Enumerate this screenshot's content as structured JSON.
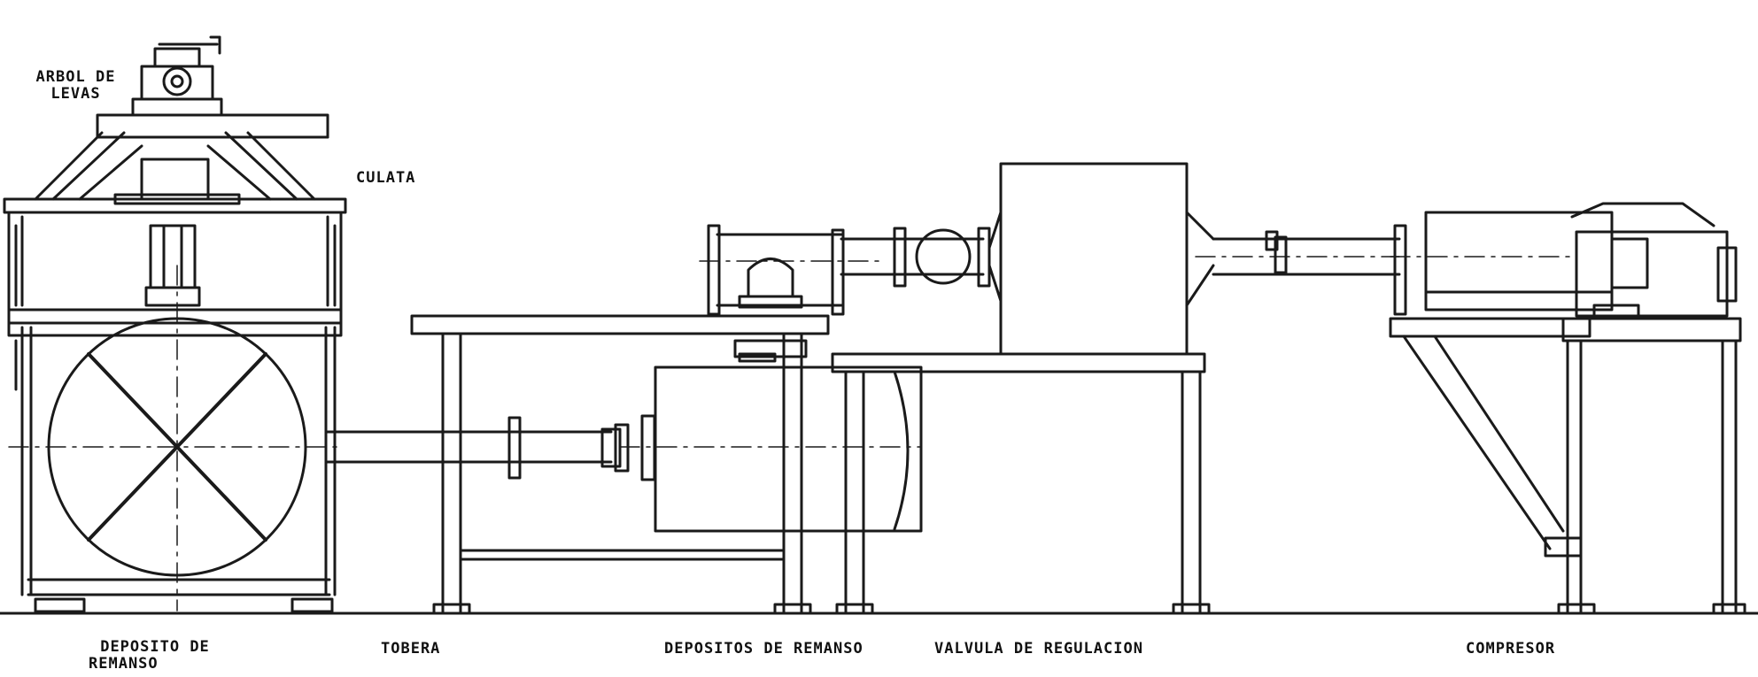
{
  "labels": {
    "arbol_line1": "ARBOL DE",
    "arbol_line2": "LEVAS",
    "culata": "CULATA",
    "deposito_line1": "DEPOSITO DE",
    "deposito_line2": "REMANSO",
    "tobera": "TOBERA",
    "depositos_remanso": "DEPOSITOS DE REMANSO",
    "valvula": "VALVULA DE REGULACION",
    "compresor": "COMPRESOR"
  }
}
